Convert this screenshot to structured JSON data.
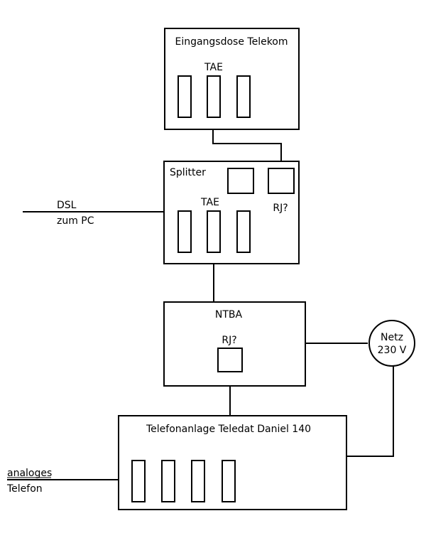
{
  "diagram": {
    "telekom": {
      "title": "Eingangsdose Telekom",
      "port_label": "TAE"
    },
    "splitter": {
      "title": "Splitter",
      "port_label": "TAE",
      "rj_label": "RJ?"
    },
    "dsl": {
      "line1": "DSL",
      "line2": "zum PC"
    },
    "ntba": {
      "title": "NTBA",
      "rj_label": "RJ?"
    },
    "netz": {
      "line1": "Netz",
      "line2": "230 V"
    },
    "anlage": {
      "title": "Telefonanlage Teledat Daniel 140"
    },
    "telefon": {
      "line1": "analoges",
      "line2": "Telefon"
    }
  }
}
